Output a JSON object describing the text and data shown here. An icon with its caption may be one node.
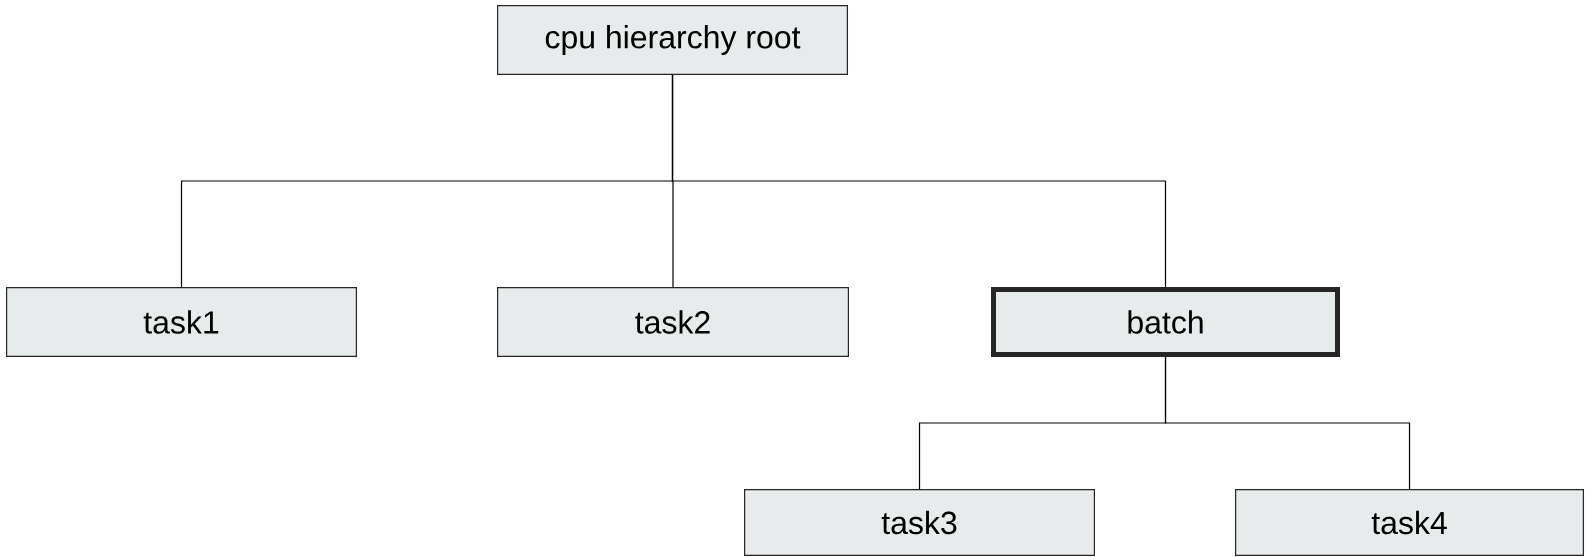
{
  "diagram": {
    "nodes": [
      {
        "text": [
          "cpu hierarchy root"
        ]
      },
      {
        "text": [
          "task1"
        ]
      },
      {
        "text": [
          "task2"
        ]
      },
      {
        "text": [
          "batch"
        ]
      },
      {
        "text": [
          "task3"
        ]
      },
      {
        "text": [
          "task4"
        ]
      }
    ],
    "edges": [
      {
        "from": 0,
        "to": 1,
        "arrow": "none"
      },
      {
        "from": 0,
        "to": 2,
        "arrow": "none"
      },
      {
        "from": 0,
        "to": 3,
        "arrow": "none"
      },
      {
        "from": 3,
        "to": 4,
        "arrow": "none"
      },
      {
        "from": 3,
        "to": 5,
        "arrow": "none"
      }
    ]
  }
}
